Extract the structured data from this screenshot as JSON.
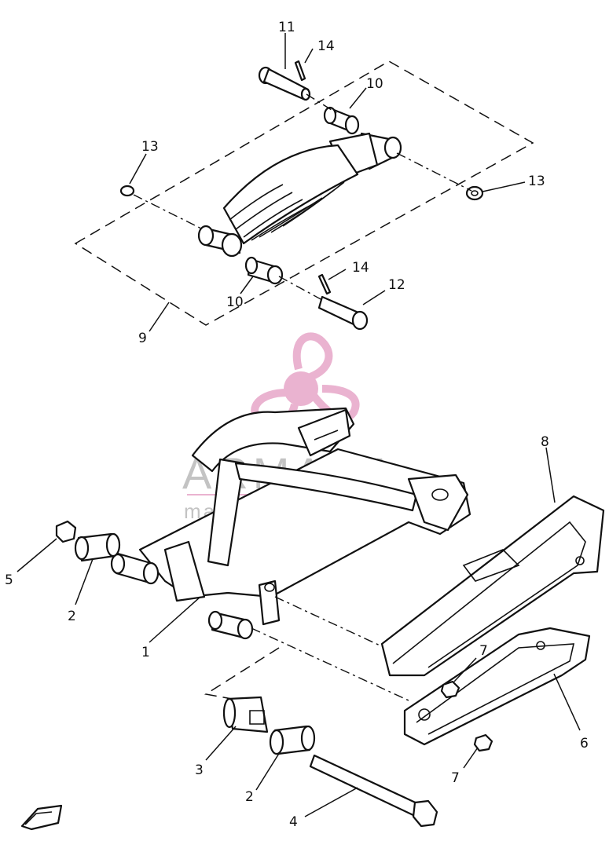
{
  "watermark": {
    "title": "ARMADA",
    "subtitle": "marine outboards",
    "color": "#e7a6c8"
  },
  "callouts": [
    {
      "id": "label-11",
      "text": "11"
    },
    {
      "id": "label-14-top",
      "text": "14"
    },
    {
      "id": "label-10-top",
      "text": "10"
    },
    {
      "id": "label-13-left",
      "text": "13"
    },
    {
      "id": "label-13-right",
      "text": "13"
    },
    {
      "id": "label-14-mid",
      "text": "14"
    },
    {
      "id": "label-12",
      "text": "12"
    },
    {
      "id": "label-10-bottom",
      "text": "10"
    },
    {
      "id": "label-9",
      "text": "9"
    },
    {
      "id": "label-8",
      "text": "8"
    },
    {
      "id": "label-5",
      "text": "5"
    },
    {
      "id": "label-2-left",
      "text": "2"
    },
    {
      "id": "label-1",
      "text": "1"
    },
    {
      "id": "label-7-upper",
      "text": "7"
    },
    {
      "id": "label-6",
      "text": "6"
    },
    {
      "id": "label-3",
      "text": "3"
    },
    {
      "id": "label-2-bottom",
      "text": "2"
    },
    {
      "id": "label-7-lower",
      "text": "7"
    },
    {
      "id": "label-4",
      "text": "4"
    }
  ],
  "icons": [
    "front-arrow-icon"
  ]
}
